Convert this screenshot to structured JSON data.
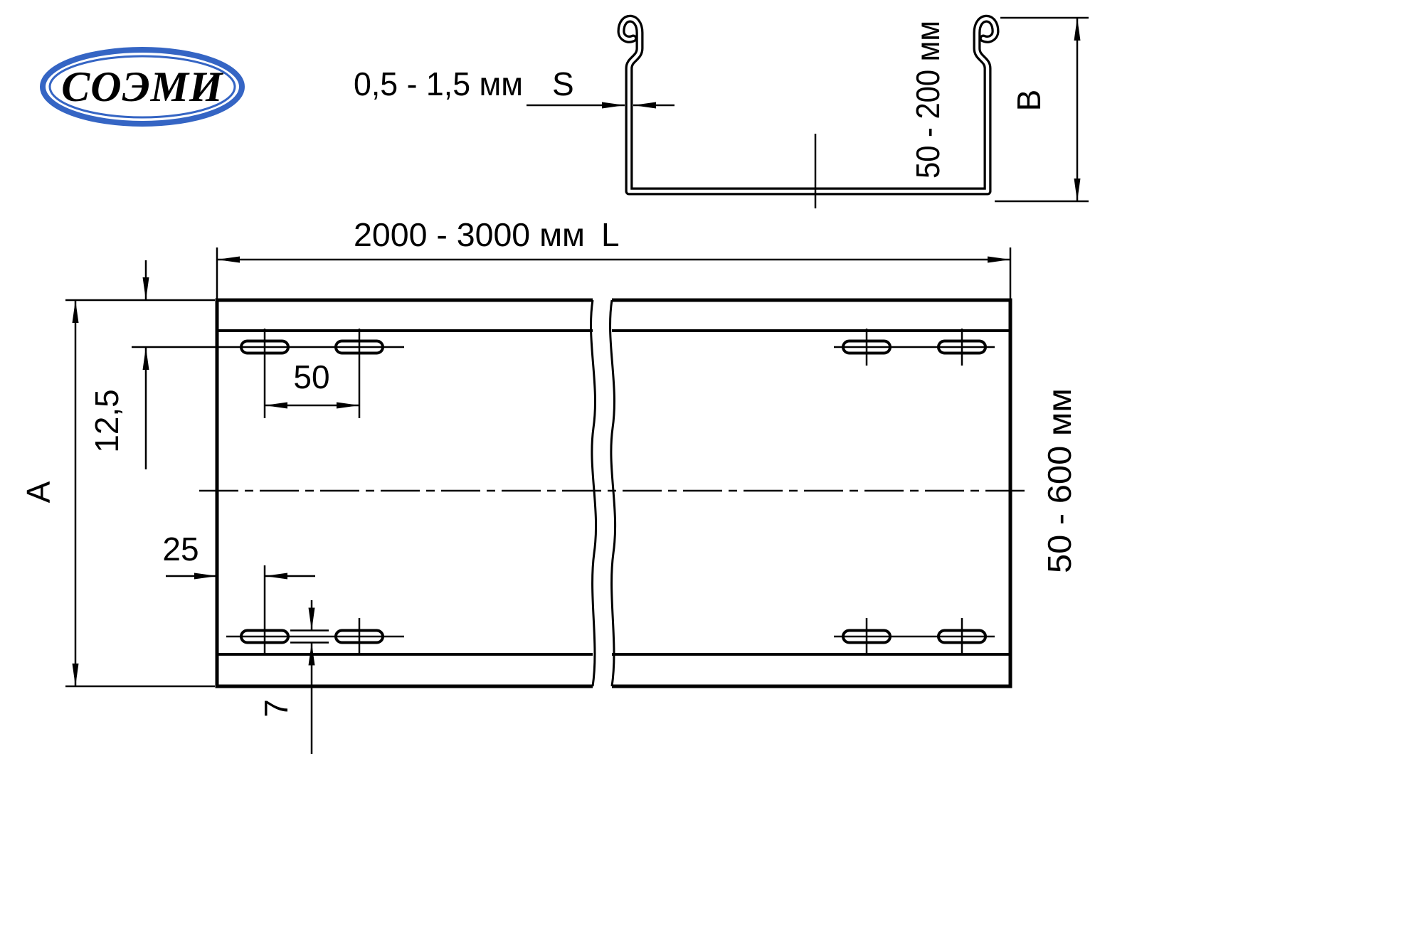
{
  "logo": {
    "text": "СОЭМИ",
    "color": "#3565c4"
  },
  "section_view": {
    "thickness_label": "0,5 - 1,5 мм",
    "thickness_symbol": "S",
    "height_label": "50 - 200 мм",
    "height_symbol": "B"
  },
  "plan_view": {
    "length_label": "2000 - 3000 мм",
    "length_symbol": "L",
    "width_symbol": "A",
    "width_label": "50 - 600 мм",
    "edge_to_slot_row": "12,5",
    "slot_spacing": "50",
    "end_to_first_slot": "25",
    "slot_width": "7"
  }
}
